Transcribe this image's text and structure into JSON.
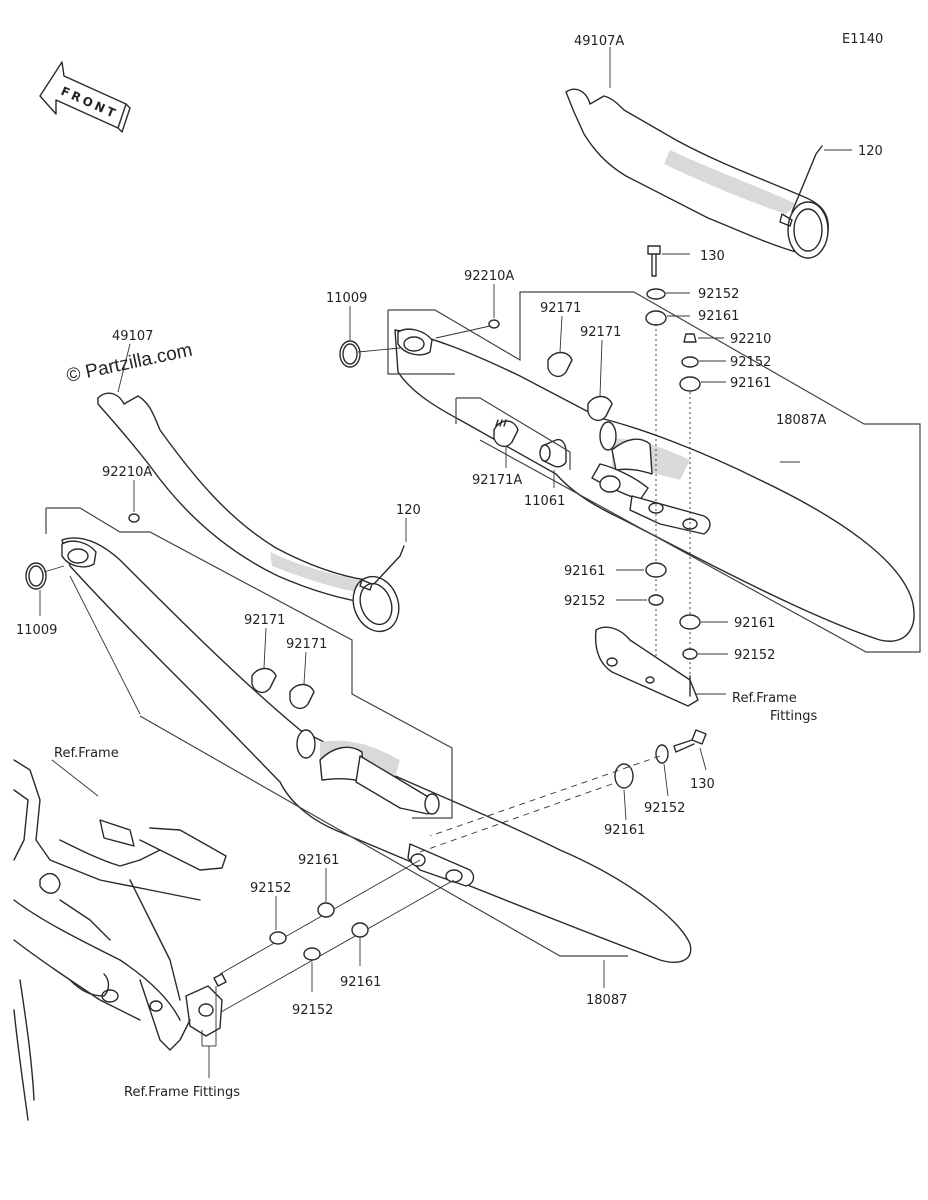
{
  "diagram_code": "E1140",
  "watermark": "© Partzilla.com",
  "front_label": "FRONT",
  "labels": {
    "p49107A": "49107A",
    "p120_top": "120",
    "p130_top": "130",
    "p92152_a": "92152",
    "p92161_a": "92161",
    "p92210": "92210",
    "p92152_b": "92152",
    "p92161_b": "92161",
    "p11009_top": "11009",
    "p92210A_top": "92210A",
    "p92171_t1": "92171",
    "p92171_t2": "92171",
    "p18087A": "18087A",
    "p92171A": "92171A",
    "p11061": "11061",
    "p49107": "49107",
    "p92210A_left": "92210A",
    "p120_mid": "120",
    "p11009_left": "11009",
    "p92161_c": "92161",
    "p92152_c": "92152",
    "p92161_d": "92161",
    "p92152_d": "92152",
    "ref_frame_fittings_r1": "Ref.Frame",
    "ref_frame_fittings_r2": "Fittings",
    "p92171_m1": "92171",
    "p92171_m2": "92171",
    "p130_low": "130",
    "p92152_e": "92152",
    "p92161_e": "92161",
    "ref_frame": "Ref.Frame",
    "p92161_f": "92161",
    "p92152_f": "92152",
    "p92161_g": "92161",
    "p92152_g": "92152",
    "p18087": "18087",
    "ref_frame_fittings_bottom": "Ref.Frame Fittings"
  }
}
